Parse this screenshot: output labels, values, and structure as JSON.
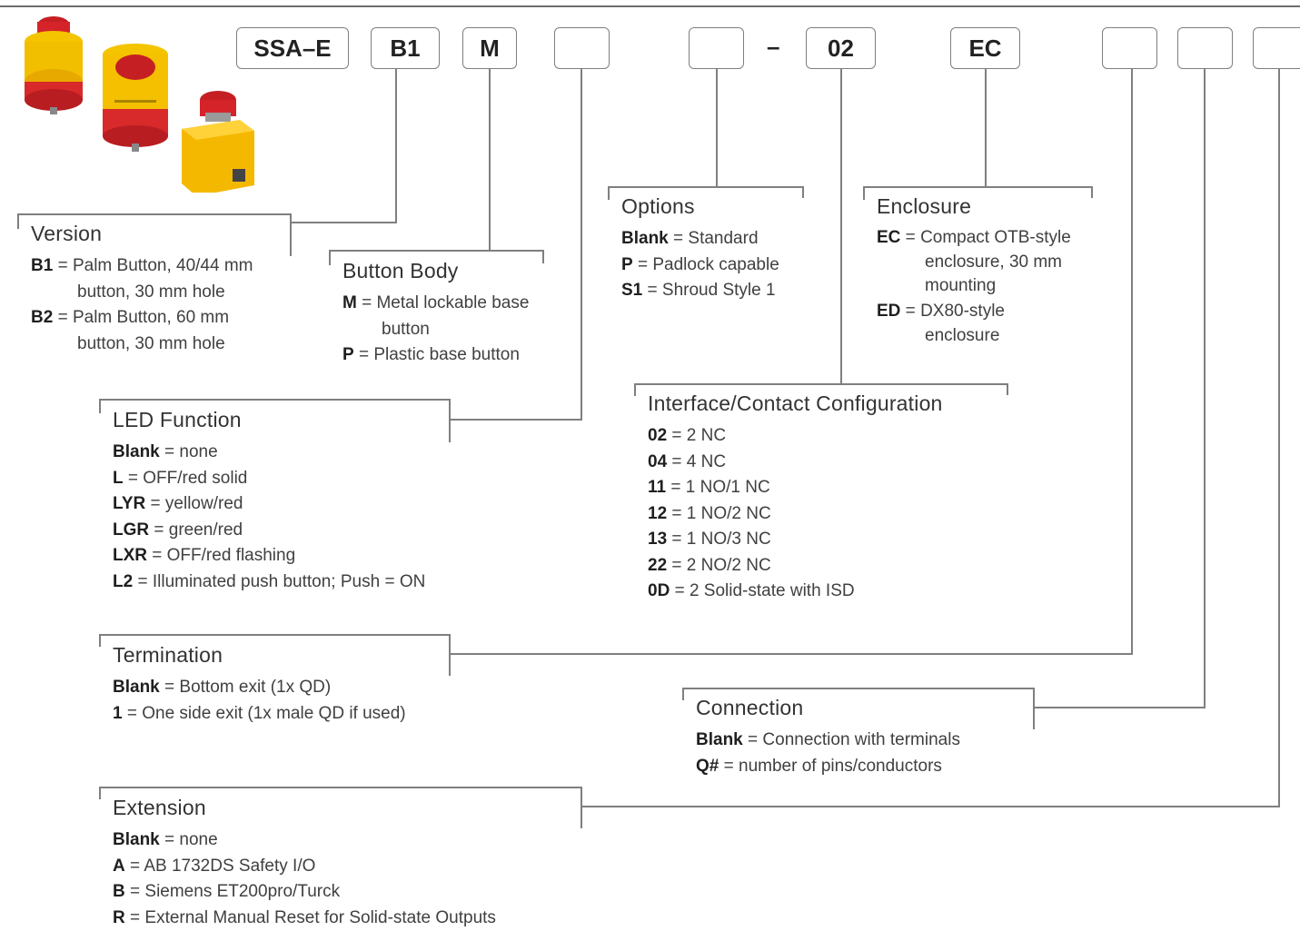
{
  "model_boxes": [
    {
      "label": "SSA–E"
    },
    {
      "label": "B1"
    },
    {
      "label": "M"
    },
    {
      "label": ""
    },
    {
      "label": ""
    },
    {
      "label": "02"
    },
    {
      "label": "EC"
    },
    {
      "label": ""
    },
    {
      "label": ""
    },
    {
      "label": ""
    }
  ],
  "separator": "–",
  "sections": {
    "version": {
      "title": "Version",
      "items": [
        {
          "code": "B1",
          "eq": " = ",
          "text": "Palm Button, 40/44 mm",
          "cont": "button, 30 mm hole"
        },
        {
          "code": "B2",
          "eq": " = ",
          "text": "Palm Button, 60 mm",
          "cont": "button, 30 mm hole"
        }
      ]
    },
    "button_body": {
      "title": "Button Body",
      "items": [
        {
          "code": "M",
          "eq": " = ",
          "text": "Metal lockable base",
          "cont": "button"
        },
        {
          "code": "P",
          "eq": " = ",
          "text": "Plastic base button"
        }
      ]
    },
    "options": {
      "title": "Options",
      "items": [
        {
          "code": "Blank",
          "eq": " = ",
          "text": "Standard"
        },
        {
          "code": "P",
          "eq": " = ",
          "text": "Padlock capable"
        },
        {
          "code": "S1",
          "eq": " = ",
          "text": "Shroud Style 1"
        }
      ]
    },
    "enclosure": {
      "title": "Enclosure",
      "items": [
        {
          "code": "EC",
          "eq": " = ",
          "text": "Compact OTB-style",
          "cont": "enclosure, 30 mm",
          "cont2": "mounting"
        },
        {
          "code": "ED",
          "eq": " = ",
          "text": "DX80-style",
          "cont": "enclosure"
        }
      ]
    },
    "led_function": {
      "title": "LED Function",
      "items": [
        {
          "code": "Blank",
          "eq": " = ",
          "text": "none"
        },
        {
          "code": "L",
          "eq": " = ",
          "text": "OFF/red solid"
        },
        {
          "code": "LYR",
          "eq": " = ",
          "text": "yellow/red"
        },
        {
          "code": "LGR",
          "eq": " = ",
          "text": "green/red"
        },
        {
          "code": "LXR",
          "eq": " = ",
          "text": "OFF/red flashing"
        },
        {
          "code": "L2",
          "eq": " = ",
          "text": "Illuminated push button; Push = ON"
        }
      ]
    },
    "interface": {
      "title": "Interface/Contact Configuration",
      "items": [
        {
          "code": "02",
          "eq": " = ",
          "text": "2 NC"
        },
        {
          "code": "04",
          "eq": " = ",
          "text": "4 NC"
        },
        {
          "code": "11",
          "eq": " = ",
          "text": "1 NO/1 NC"
        },
        {
          "code": "12",
          "eq": " = ",
          "text": "1 NO/2 NC"
        },
        {
          "code": "13",
          "eq": " = ",
          "text": "1 NO/3 NC"
        },
        {
          "code": "22",
          "eq": " = ",
          "text": "2 NO/2 NC"
        },
        {
          "code": "0D",
          "eq": " = ",
          "text": "2 Solid-state with ISD"
        }
      ]
    },
    "termination": {
      "title": "Termination",
      "items": [
        {
          "code": "Blank",
          "eq": " = ",
          "text": "Bottom exit (1x QD)"
        },
        {
          "code": "1",
          "eq": " = ",
          "text": "One side exit (1x male QD if used)"
        }
      ]
    },
    "connection": {
      "title": "Connection",
      "items": [
        {
          "code": "Blank",
          "eq": " = ",
          "text": "Connection with terminals"
        },
        {
          "code": "Q#",
          "eq": " = ",
          "text": "number of pins/conductors"
        }
      ]
    },
    "extension": {
      "title": "Extension",
      "items": [
        {
          "code": "Blank",
          "eq": " = ",
          "text": "none"
        },
        {
          "code": "A",
          "eq": " = ",
          "text": "AB 1732DS Safety I/O"
        },
        {
          "code": "B",
          "eq": " = ",
          "text": "Siemens ET200pro/Turck"
        },
        {
          "code": "R",
          "eq": " = ",
          "text": "External Manual Reset for Solid-state Outputs"
        }
      ]
    }
  },
  "colors": {
    "button_red": "#d4242a",
    "housing_yellow": "#f5c400",
    "line_gray": "#7f7f7f"
  }
}
